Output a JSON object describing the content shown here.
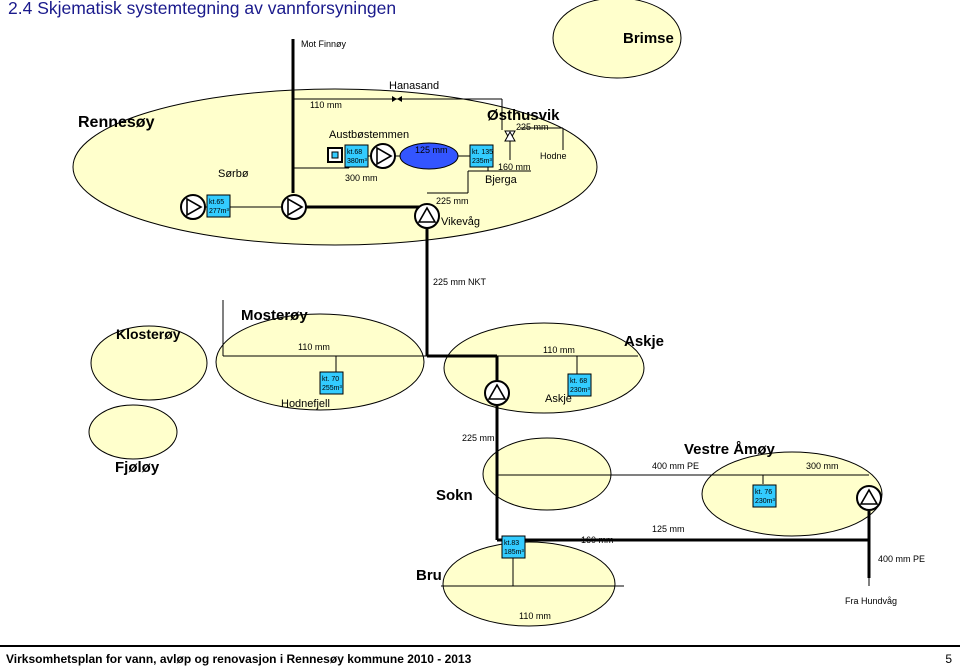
{
  "heading": "2.4   Skjematisk systemtegning av vannforsyningen",
  "areas": {
    "rennesoy": "Rennesøy",
    "brimse": "Brimse",
    "klosteroy": "Klosterøy",
    "mosteroy": "Mosterøy",
    "askje_area": "Askje",
    "fjoloy": "Fjøløy",
    "vestre_amoy": "Vestre Åmøy",
    "sokn": "Sokn",
    "bru": "Bru"
  },
  "places": {
    "mot_finnoy": "Mot Finnøy",
    "hanasand": "Hanasand",
    "austbostemmen": "Austbøstemmen",
    "osthusvik": "Østhusvik",
    "sorbo": "Sørbø",
    "hodne": "Hodne",
    "bjerga": "Bjerga",
    "vikevag": "Vikevåg",
    "hodnefjell": "Hodnefjell",
    "askje_place": "Askje",
    "fra_hundvag": "Fra Hundvåg"
  },
  "pipes": {
    "p110_top": "110 mm",
    "p225_osthusvik": "225 mm",
    "p125_rennesoy": "125 mm",
    "p160_bjerga": "160 mm",
    "p300_rennesoy": "300 mm",
    "p225_vikevag": "225 mm",
    "p225_nkt": "225 mm NKT",
    "p110_mosteroy": "110 mm",
    "p110_askje": "110 mm",
    "p225_sokn": "225 mm",
    "p400_pe_amoy": "400 mm PE",
    "p300_amoy": "300 mm",
    "p160_bru": "160 mm",
    "p125_bru": "125 mm",
    "p400_pe_right": "400 mm PE",
    "p110_bottom": "110 mm"
  },
  "tanks": {
    "sorbo": [
      "kt.65",
      "277m³"
    ],
    "austbo": [
      "kt.68",
      "380m³"
    ],
    "osthusvik": [
      "kt. 135",
      "235m³"
    ],
    "hodnefjell": [
      "kt. 70",
      "255m³"
    ],
    "askje": [
      "kt. 68",
      "230m³"
    ],
    "amoy": [
      "kt. 76",
      "230m³"
    ],
    "bru": [
      "kt.83",
      "185m³"
    ]
  },
  "colors": {
    "area_fill": "#ffffcc",
    "tank_fill": "#33ccff",
    "heading_color": "#1a1a8c"
  },
  "footer": {
    "text": "Virksomhetsplan for vann, avløp og renovasjon i Rennesøy kommune 2010 - 2013",
    "page": "5"
  }
}
